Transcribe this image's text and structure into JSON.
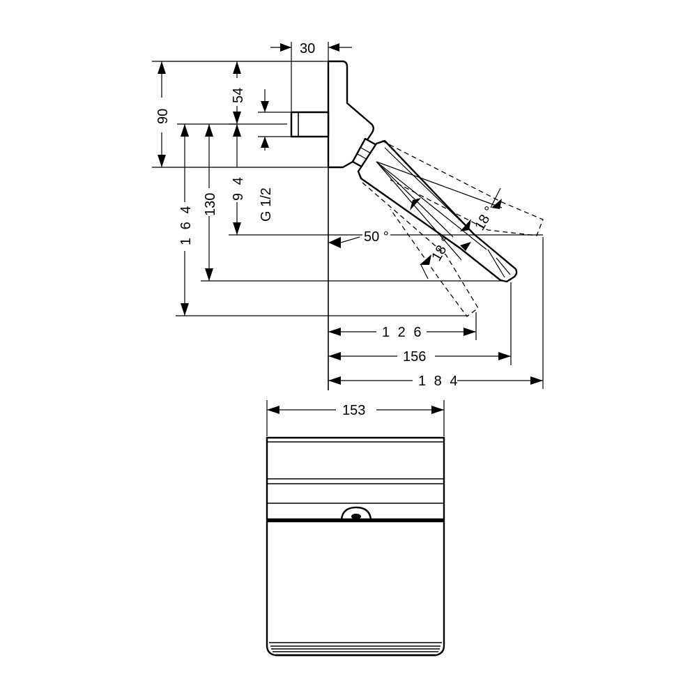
{
  "side_view": {
    "dims_horizontal": {
      "outlet_depth": "30",
      "reach_low": "1 2 6",
      "reach_mid": "156",
      "reach_max": "1 8 4"
    },
    "dims_vertical": {
      "height_90": "90",
      "height_54": "54",
      "height_94": "9 4",
      "height_130": "130",
      "height_164": "1 6 4"
    },
    "thread": "G 1/2",
    "angles": {
      "tilt": "50 °",
      "swivel_up": "18 °",
      "swivel_down": "18 °"
    }
  },
  "front_view": {
    "width": "153"
  }
}
